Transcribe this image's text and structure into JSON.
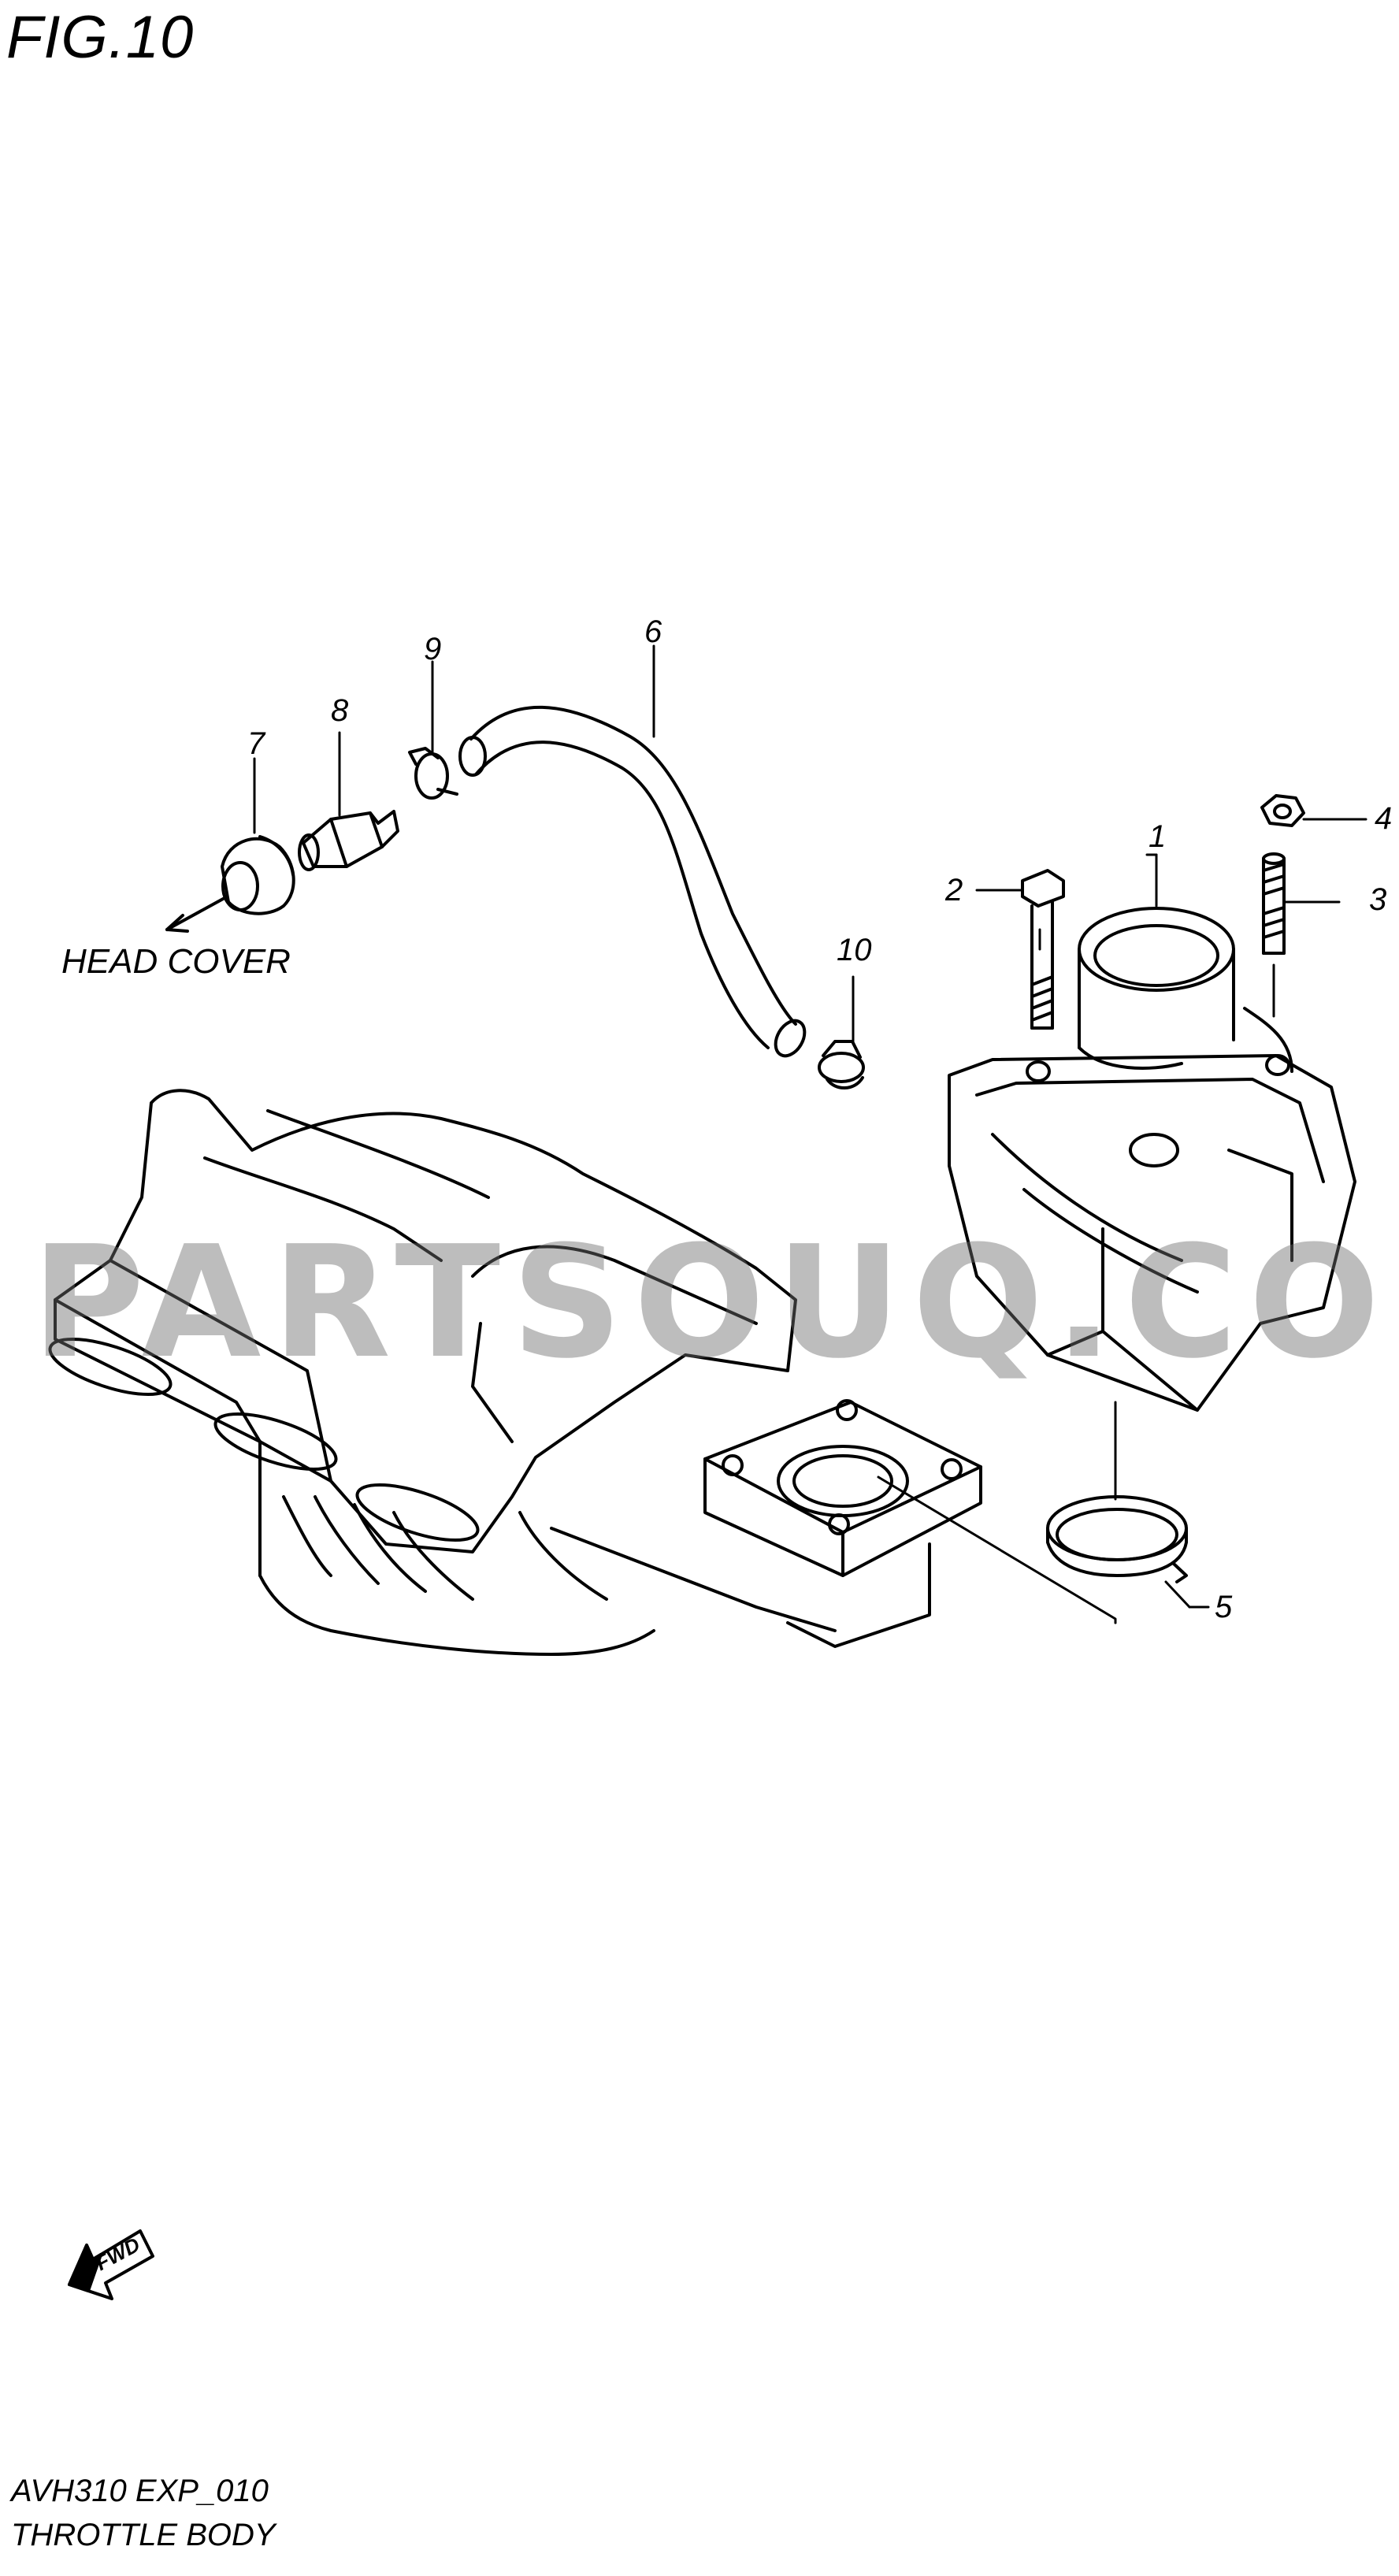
{
  "figure": {
    "title": "FIG.10"
  },
  "callouts": {
    "c1": "1",
    "c2": "2",
    "c3": "3",
    "c4": "4",
    "c5": "5",
    "c6": "6",
    "c7": "7",
    "c8": "8",
    "c9": "9",
    "c10": "10"
  },
  "notes": {
    "head_cover": "HEAD COVER",
    "fwd": "FWD"
  },
  "watermark": "PARTSOUQ.COM",
  "footer": {
    "code": "AVH310 EXP_010",
    "name": "THROTTLE BODY"
  }
}
